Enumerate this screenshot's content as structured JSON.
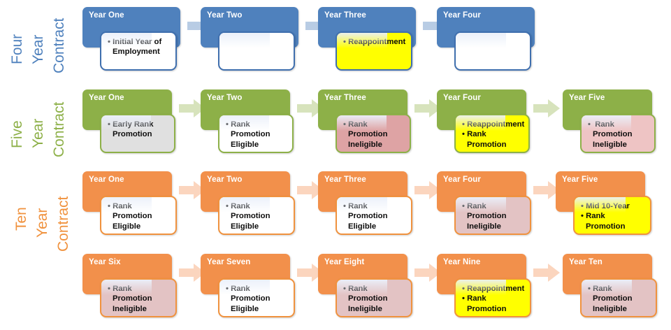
{
  "diagram": {
    "title": "Contract Year Progression",
    "rows": [
      {
        "id": "four-year",
        "label_words": [
          "Four",
          "Year",
          "Contract"
        ],
        "label_color": "#4F81BD",
        "header_color": "#4F81BD",
        "arrow_color": "#B8CCE4",
        "border_color": "#3F6FAE",
        "stages": [
          {
            "title": "Year  One",
            "body_color": "#FFFFFF",
            "items": [
              "Initial Year of\nEmployment"
            ]
          },
          {
            "title": "Year Two",
            "body_color": "#FFFFFF",
            "items": []
          },
          {
            "title": "Year Three",
            "body_color": "#FFFF00",
            "items": [
              "Reappointment"
            ]
          },
          {
            "title": "Year Four",
            "body_color": "#FFFFFF",
            "items": []
          }
        ]
      },
      {
        "id": "five-year",
        "label_words": [
          "Five",
          "Year",
          "Contract"
        ],
        "label_color": "#8DB048",
        "header_color": "#8DB048",
        "arrow_color": "#D7E3BC",
        "border_color": "#8DB048",
        "stages": [
          {
            "title": "Year One",
            "body_color": "#E0E0E0",
            "items": [
              "Early Rank\nPromotion"
            ]
          },
          {
            "title": "Year Two",
            "body_color": "#FFFFFF",
            "items": [
              "Rank Promotion\nEligible"
            ]
          },
          {
            "title": "Year Three",
            "body_color": "#DEA3A4",
            "items": [
              "Rank Promotion\nIneligible"
            ]
          },
          {
            "title": "Year Four",
            "body_color": "#FFFF00",
            "items": [
              "Reappointment",
              "Rank Promotion"
            ]
          },
          {
            "title": "Year Five",
            "body_color": "#EEC4C4",
            "items": [
              "Rank Promotion\nIneligible"
            ],
            "indent": true
          }
        ]
      },
      {
        "id": "ten-year-first",
        "label_words": [
          "Ten",
          "Year",
          "Contract"
        ],
        "label_color": "#F0923E",
        "header_color": "#F2904B",
        "arrow_color": "#FBD5BE",
        "border_color": "#F0923E",
        "stages": [
          {
            "title": "Year One",
            "body_color": "#FFFFFF",
            "items": [
              "Rank Promotion\nEligible"
            ]
          },
          {
            "title": "Year Two",
            "body_color": "#FFFFFF",
            "items": [
              "Rank Promotion\nEligible"
            ]
          },
          {
            "title": "Year Three",
            "body_color": "#FFFFFF",
            "items": [
              "Rank Promotion\nEligible"
            ]
          },
          {
            "title": "Year Four",
            "body_color": "#E3C3C4",
            "items": [
              "Rank Promotion\nIneligible"
            ]
          },
          {
            "title": "Year Five",
            "body_color": "#FFFF00",
            "items": [
              "Mid 10-Year",
              "Rank Promotion"
            ]
          }
        ]
      },
      {
        "id": "ten-year-second",
        "label_words": [],
        "label_color": "#F0923E",
        "header_color": "#F2904B",
        "arrow_color": "#FBD5BE",
        "border_color": "#F0923E",
        "stages": [
          {
            "title": "Year Six",
            "body_color": "#E3C3C4",
            "items": [
              "Rank Promotion\nIneligible"
            ]
          },
          {
            "title": "Year Seven",
            "body_color": "#FFFFFF",
            "items": [
              "Rank Promotion\nEligible"
            ]
          },
          {
            "title": "Year Eight",
            "body_color": "#E3C3C4",
            "items": [
              "Rank Promotion\nIneligible"
            ]
          },
          {
            "title": "Year Nine",
            "body_color": "#FFFF00",
            "items": [
              "Reappointment",
              "Rank Promotion"
            ]
          },
          {
            "title": "Year Ten",
            "body_color": "#E3C3C4",
            "items": [
              "Rank Promotion\nIneligible"
            ]
          }
        ]
      }
    ]
  }
}
